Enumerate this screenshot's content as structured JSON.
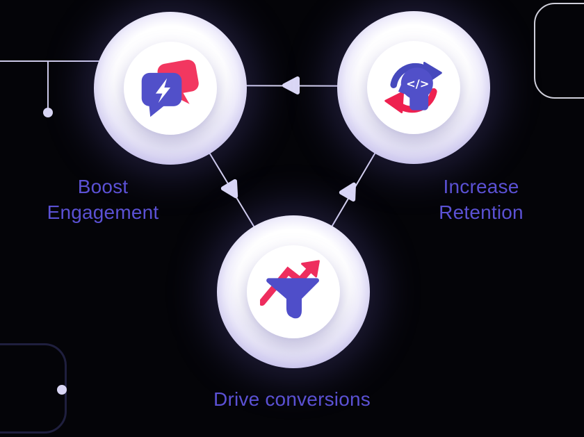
{
  "background_color": "#040408",
  "colors": {
    "label_text": "#5b51d4",
    "node_ring_lavender": "#c2bde8",
    "node_inner": "#ffffff",
    "connector_line": "#d7d4f0",
    "arrowhead": "#dcd9f6",
    "icon_indigo": "#5150c9",
    "icon_pink": "#f23760",
    "icon_red": "#ee2150",
    "icon_blue": "#4649bd",
    "deco_rect_light": "#cfcfda",
    "deco_rect_dark": "#1f1f3e"
  },
  "nodes": [
    {
      "id": "boost-engagement",
      "label": "Boost\nEngagement",
      "icon": "chat-bubbles-lightning-icon"
    },
    {
      "id": "increase-retention",
      "label": "Increase\nRetention",
      "icon": "head-code-refresh-icon"
    },
    {
      "id": "drive-conversions",
      "label": "Drive conversions",
      "icon": "funnel-trend-arrow-icon"
    }
  ],
  "connections": [
    {
      "from": "increase-retention",
      "to": "boost-engagement",
      "arrow_direction": "left"
    },
    {
      "from": "boost-engagement",
      "to": "drive-conversions",
      "arrow_direction": "down-right"
    },
    {
      "from": "drive-conversions",
      "to": "increase-retention",
      "arrow_direction": "up-right"
    }
  ],
  "decorations": [
    "horizontal-line-with-drop-and-dot-left",
    "rounded-rectangle-outline-top-right",
    "rounded-rectangle-outline-bottom-left-with-dot"
  ]
}
